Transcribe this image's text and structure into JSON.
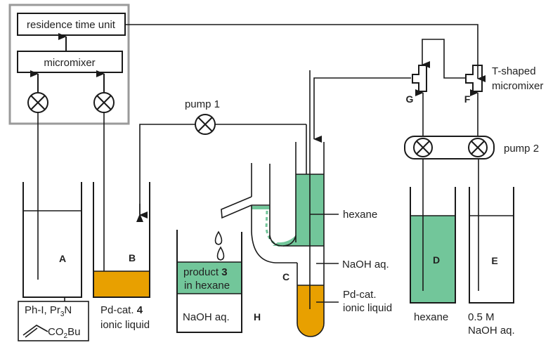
{
  "colors": {
    "hexane_green": "#72C69A",
    "ionic_liquid_orange": "#E8A000",
    "line": "#1a1a1a",
    "enclosure_gray": "#9a9a9a"
  },
  "reactor_box": {
    "residence_unit_label": "residence time unit",
    "micromixer_label": "micromixer"
  },
  "pump1_label": "pump 1",
  "pump2_label": "pump 2",
  "t_mixer_label_line1": "T-shaped",
  "t_mixer_label_line2": "micromixer",
  "mixer_G_label": "G",
  "mixer_F_label": "F",
  "vessel_A": {
    "letter": "A",
    "reagents_line1": "Ph-I, Pr",
    "reagents_sub1": "3",
    "reagents_line1b": "N",
    "reagents_line2": "CO",
    "reagents_sub2": "2",
    "reagents_line2b": "Bu"
  },
  "vessel_B": {
    "letter": "B",
    "caption_line1": "Pd-cat. ",
    "caption_bold": "4",
    "caption_line2": "ionic liquid"
  },
  "vessel_H": {
    "letter": "H",
    "top_line1": "product ",
    "top_bold": "3",
    "top_line2": "in hexane",
    "bottom": "NaOH aq."
  },
  "vessel_C": {
    "letter": "C",
    "hexane_label": "hexane",
    "naoh_label": "NaOH aq.",
    "il_label_line1": "Pd-cat.",
    "il_label_line2": "ionic liquid"
  },
  "vessel_D": {
    "letter": "D",
    "caption": "hexane"
  },
  "vessel_E": {
    "letter": "E",
    "caption_line1": "0.5 M",
    "caption_line2": "NaOH aq."
  }
}
